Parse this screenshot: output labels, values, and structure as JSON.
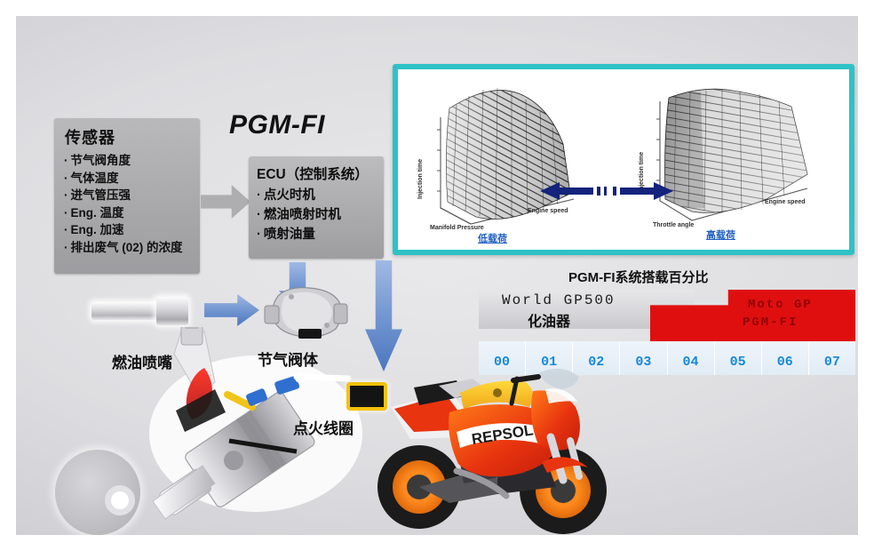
{
  "title": "PGM-FI",
  "sensors": {
    "heading": "传感器",
    "items": [
      "节气阀角度",
      "气体温度",
      "进气管压强",
      "Eng. 温度",
      "Eng. 加速",
      "排出废气 (02) 的浓度"
    ]
  },
  "ecu": {
    "heading": "ECU（控制系统）",
    "items": [
      "点火时机",
      "燃油喷射时机",
      "喷射油量"
    ]
  },
  "engine_labels": {
    "injector": "燃油喷嘴",
    "throttle_body": "节气阀体",
    "ignition_coil": "点火线圈"
  },
  "chart_panel": {
    "border_color": "#2ec2c6",
    "left_chart": {
      "y_axis": "Injection time",
      "x_axis": "Manifold Pressure",
      "z_axis": "Engine speed",
      "load_tag": "低载荷"
    },
    "right_chart": {
      "y_axis": "Injection time",
      "x_axis": "Throttle angle",
      "z_axis": "Engine speed",
      "load_tag": "高载荷"
    },
    "arrow": "double-headed-arrow",
    "arrow_color": "#14237c"
  },
  "timeline": {
    "title": "PGM-FI系统搭载百分比",
    "carb_line1": "World GP500",
    "carb_line2": "化油器",
    "moto_line1": "Moto GP",
    "moto_line2": "PGM-FI",
    "carb_color": "#d6d6d9",
    "moto_color": "#e00f0f",
    "year_color": "#1689d8",
    "years": [
      "00",
      "01",
      "02",
      "03",
      "04",
      "05",
      "06",
      "07"
    ]
  },
  "chart_data": {
    "type": "bar",
    "title": "PGM-FI系统搭载百分比",
    "categories": [
      "00",
      "01",
      "02",
      "03",
      "04",
      "05",
      "06",
      "07"
    ],
    "series": [
      {
        "name": "World GP500 化油器",
        "color": "#d6d6d9",
        "values": [
          100,
          100,
          100,
          45,
          0,
          0,
          0,
          0
        ]
      },
      {
        "name": "Moto GP PGM-FI",
        "color": "#e00f0f",
        "values": [
          0,
          0,
          55,
          100,
          100,
          100,
          100,
          100
        ]
      }
    ],
    "xlabel": "",
    "ylabel": "",
    "ylim": [
      0,
      100
    ],
    "legend": "inline-labels"
  }
}
